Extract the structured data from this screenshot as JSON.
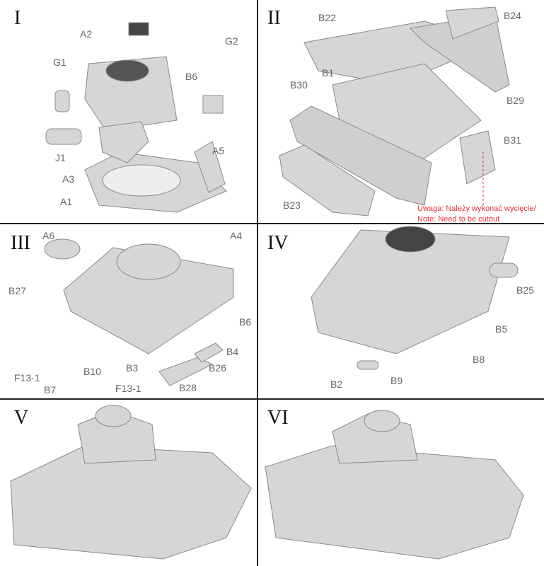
{
  "steps": {
    "s1": {
      "numeral": "I",
      "labels": [
        "A2",
        "G2",
        "G1",
        "B6",
        "A5",
        "J1",
        "A3",
        "A1"
      ]
    },
    "s2": {
      "numeral": "II",
      "labels": [
        "B22",
        "B24",
        "B1",
        "B30",
        "B29",
        "B31",
        "B23"
      ],
      "note_pl": "Uwaga: Należy wykonać wycięcie/",
      "note_en": "Note: Need to be cutout"
    },
    "s3": {
      "numeral": "III",
      "labels": [
        "A6",
        "A4",
        "B27",
        "B6",
        "B4",
        "B26",
        "B10",
        "B3",
        "F13-1",
        "F13-1",
        "B7",
        "B28"
      ]
    },
    "s4": {
      "numeral": "IV",
      "labels": [
        "B25",
        "B5",
        "B8",
        "B2",
        "B9"
      ]
    },
    "s5": {
      "numeral": "V"
    },
    "s6": {
      "numeral": "VI"
    }
  },
  "colors": {
    "part": "#d4d4d4",
    "outline": "#8a8a8a",
    "note": "#e0303a"
  }
}
